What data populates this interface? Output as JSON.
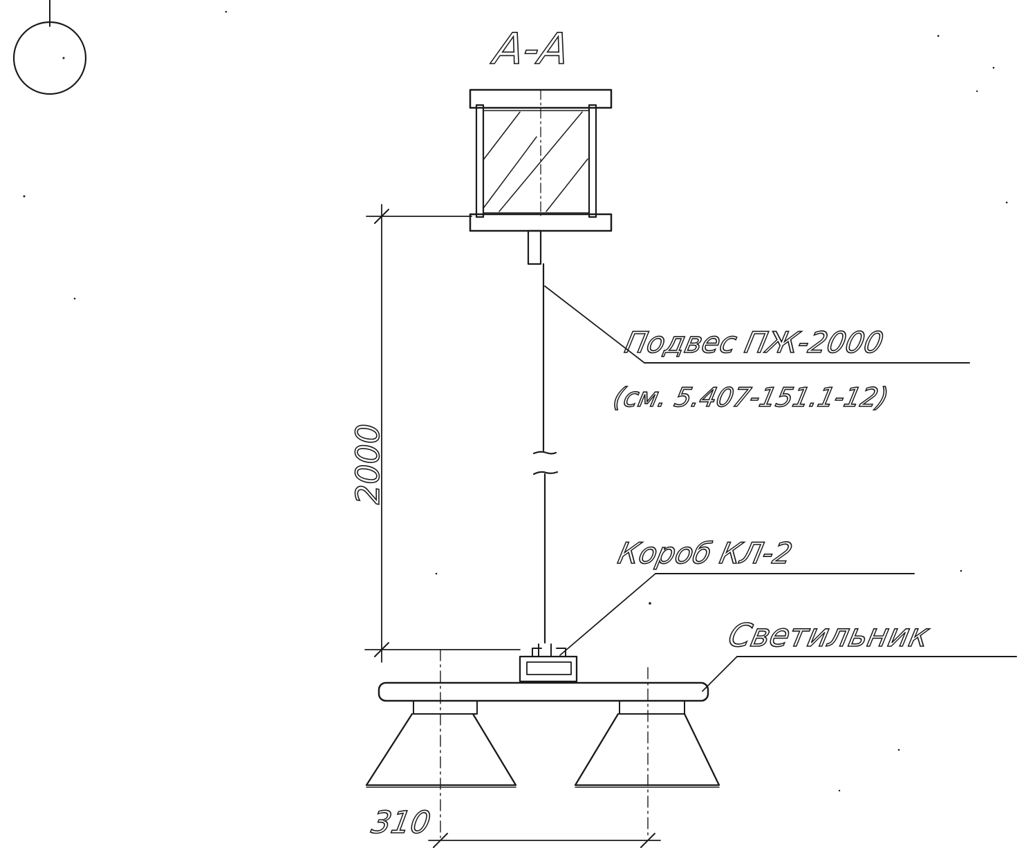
{
  "section_title": "А-А",
  "labels": {
    "hanger_line1": "Подвес ПЖ-2000",
    "hanger_line2": "(см. 5.407-151.1-12)",
    "box": "Короб КЛ-2",
    "lamp": "Светильник"
  },
  "dimensions": {
    "height": "2000",
    "spacing": "310"
  }
}
